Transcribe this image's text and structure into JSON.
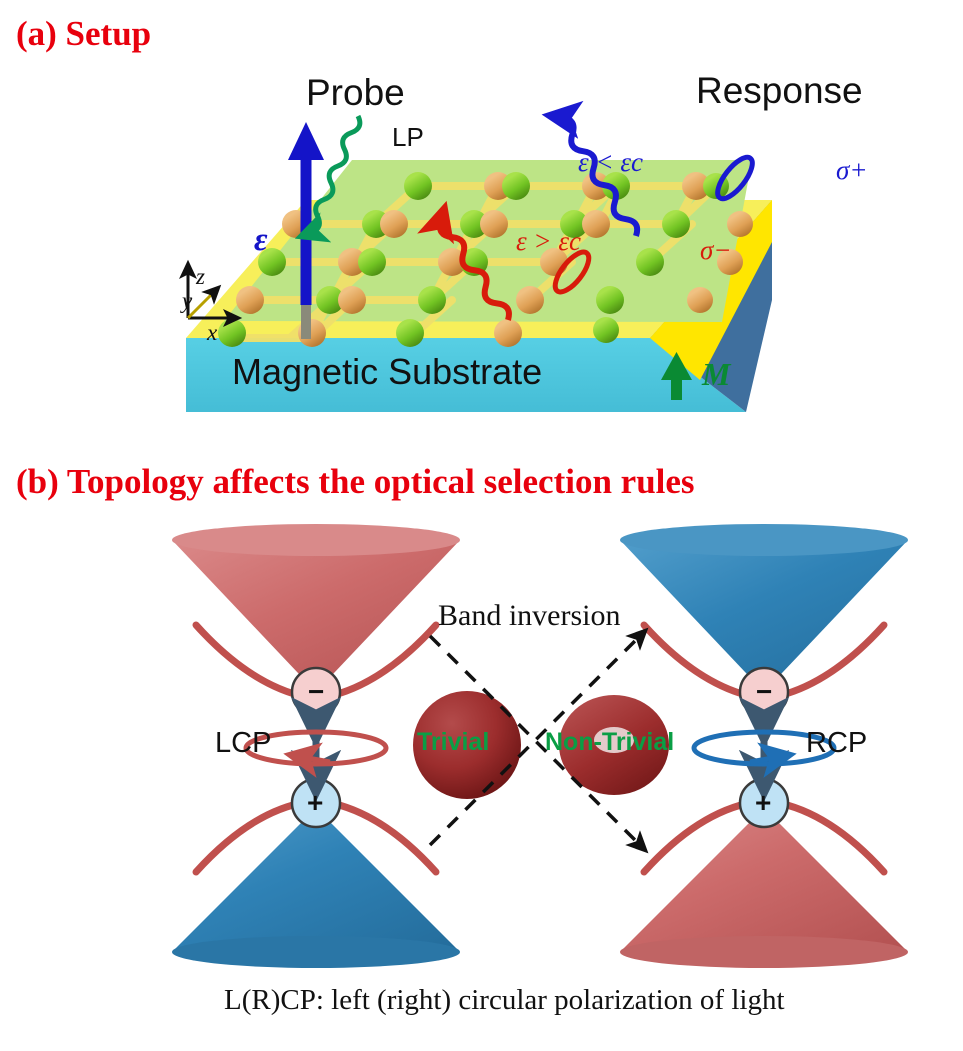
{
  "figure": {
    "panels": [
      {
        "id": "a",
        "title": "(a) Setup",
        "title_color": "#e8000d",
        "labels": {
          "probe": "Probe",
          "response": "Response",
          "lp": "LP",
          "electric_field": "ε",
          "condition_below": "ε < εc",
          "condition_above": "ε > εc",
          "sigma_plus": "σ+",
          "sigma_minus": "σ−",
          "axis_z": "z",
          "axis_y": "y",
          "axis_x": "x",
          "substrate": "Magnetic Substrate",
          "magnetization": "M"
        },
        "colors": {
          "probe_wave": "#0a9a5a",
          "sigma_plus_wave": "#1a1ad0",
          "sigma_minus_wave": "#d81b0b",
          "field_arrow": "#1414c8",
          "magnetization_arrow": "#0a8a33",
          "lattice_plate": "#b8e07a",
          "lattice_border": "#f2e84a",
          "substrate_front": "#4ec8e0",
          "substrate_side": "#3f6f9e",
          "atom_orange": "#e0a055",
          "atom_green": "#76c426"
        }
      },
      {
        "id": "b",
        "title": "(b) Topology affects the optical selection rules",
        "title_color": "#e8000d",
        "band_inversion_label": "Band inversion",
        "caption": "L(R)CP: left (right) circular polarization of light",
        "sides": [
          {
            "name": "trivial",
            "upper_cone_color": "#cb6a6a",
            "lower_cone_color": "#2f82b6",
            "upper_badge": "−",
            "lower_badge": "+",
            "upper_badge_color": "#f6cfcf",
            "lower_badge_color": "#bfe2f5",
            "polarization": "LCP",
            "polarization_ring_color": "#c0504d",
            "ring_direction": "left",
            "topology_shape": "sphere",
            "topology_label": "Trivial",
            "topology_color": "#8f2020"
          },
          {
            "name": "non-trivial",
            "upper_cone_color": "#2f82b6",
            "lower_cone_color": "#cb6a6a",
            "upper_badge": "−",
            "lower_badge": "+",
            "upper_badge_color": "#f6cfcf",
            "lower_badge_color": "#bfe2f5",
            "polarization": "RCP",
            "polarization_ring_color": "#1f6fb5",
            "ring_direction": "right",
            "topology_shape": "torus",
            "topology_label": "Non-Trivial",
            "topology_color": "#8f2020"
          }
        ],
        "arrow_style": "dashed",
        "arrow_color": "#111111"
      }
    ]
  }
}
